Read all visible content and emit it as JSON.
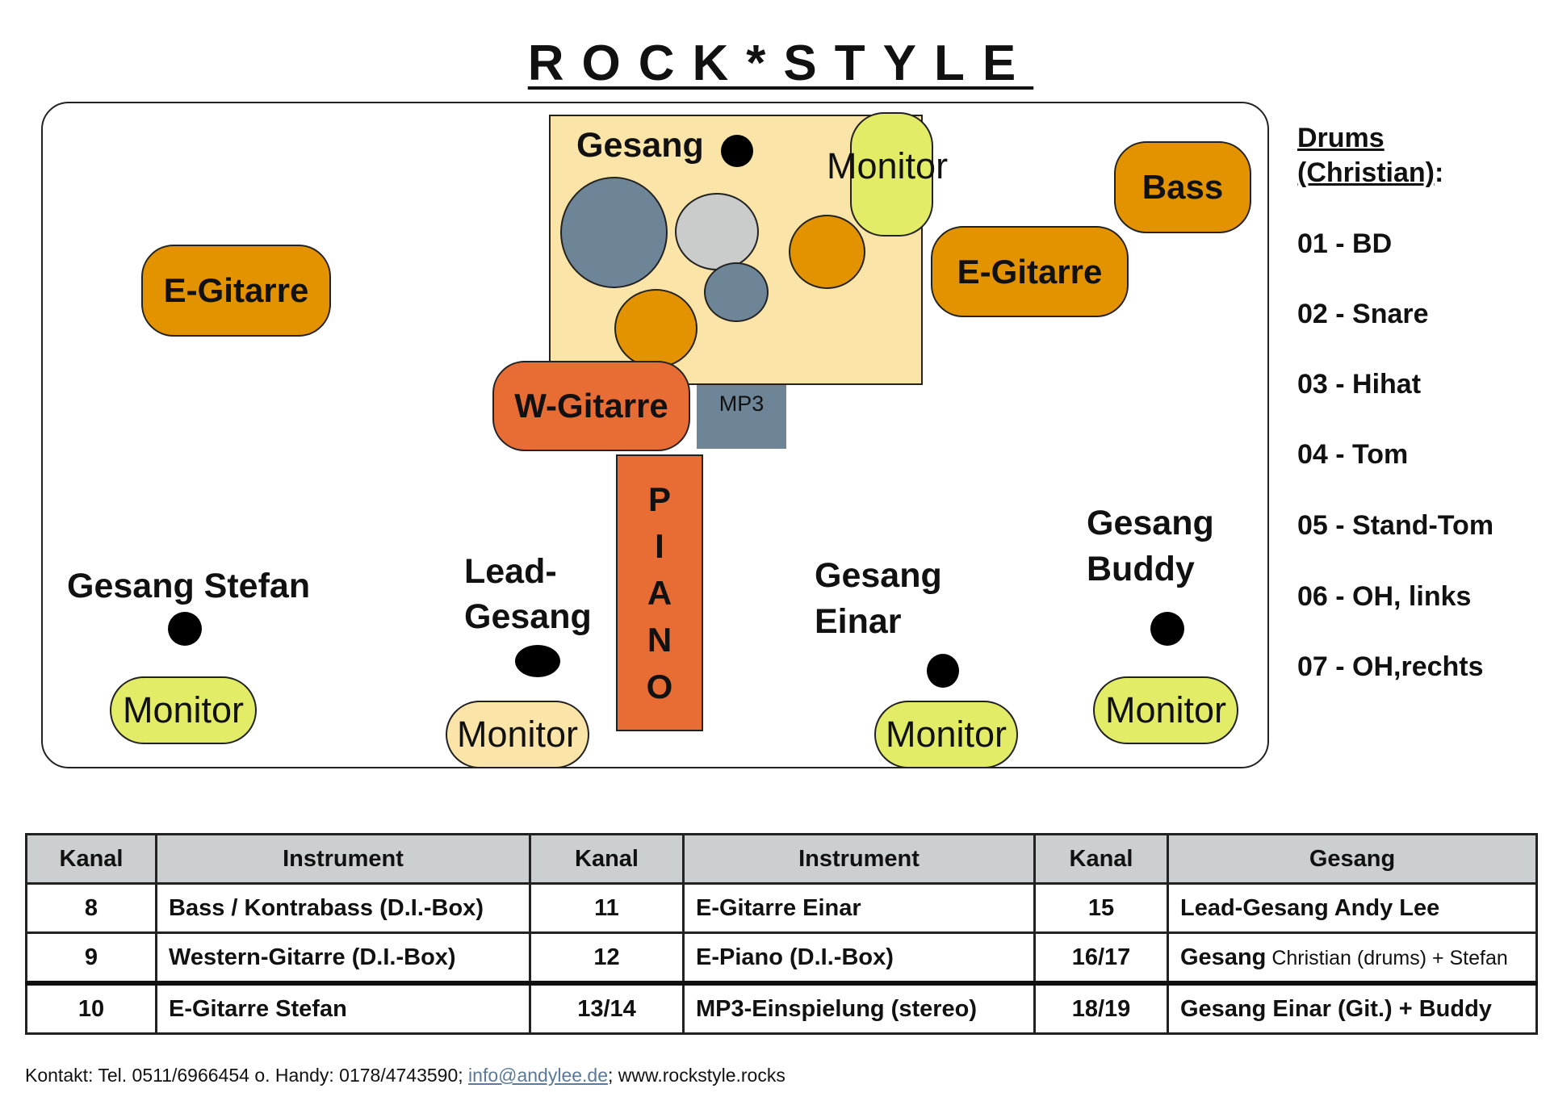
{
  "title": "ROCK*STYLE",
  "stage": {
    "drum_area": {
      "vocal_label": "Gesang",
      "monitor_label": "Monitor"
    },
    "instruments": {
      "e_guitar_left": "E-Gitarre",
      "e_guitar_right": "E-Gitarre",
      "bass": "Bass",
      "w_guitar": "W-Gitarre",
      "mp3": "MP3",
      "piano": [
        "P",
        "I",
        "A",
        "N",
        "O"
      ]
    },
    "vocals": {
      "stefan": "Gesang Stefan",
      "lead_line1": "Lead-",
      "lead_line2": "Gesang",
      "einar_line1": "Gesang",
      "einar_line2": "Einar",
      "buddy_line1": "Gesang",
      "buddy_line2": "Buddy"
    },
    "monitor_label": "Monitor"
  },
  "drums": {
    "heading_line1": "Drums",
    "heading_line2": "(Christian)",
    "heading_colon": ":",
    "items": [
      "01 - BD",
      "02 - Snare",
      "03 - Hihat",
      "04 - Tom",
      "05 - Stand-Tom",
      "06 - OH, links",
      "07 - OH,rechts"
    ]
  },
  "table": {
    "headers": [
      "Kanal",
      "Instrument",
      "Kanal",
      "Instrument",
      "Kanal",
      "Gesang"
    ],
    "rows": [
      {
        "k1": "8",
        "i1": "Bass / Kontrabass (D.I.-Box)",
        "k2": "11",
        "i2": "E-Gitarre Einar",
        "k3": "15",
        "g_bold": "Lead-Gesang Andy Lee",
        "g_small": ""
      },
      {
        "k1": "9",
        "i1": "Western-Gitarre (D.I.-Box)",
        "k2": "12",
        "i2": "E-Piano (D.I.-Box)",
        "k3": "16/17",
        "g_bold": "Gesang",
        "g_small": " Christian (drums) + Stefan"
      },
      {
        "k1": "10",
        "i1": "E-Gitarre Stefan",
        "k2": "13/14",
        "i2": "MP3-Einspielung (stereo)",
        "k3": "18/19",
        "g_bold": "Gesang Einar (Git.) + Buddy",
        "g_small": ""
      }
    ]
  },
  "footer": {
    "prefix": "Kontakt: Tel. 0511/6966454 o. Handy: 0178/4743590; ",
    "email": "info@andylee.de",
    "suffix": "; www.rockstyle.rocks"
  }
}
